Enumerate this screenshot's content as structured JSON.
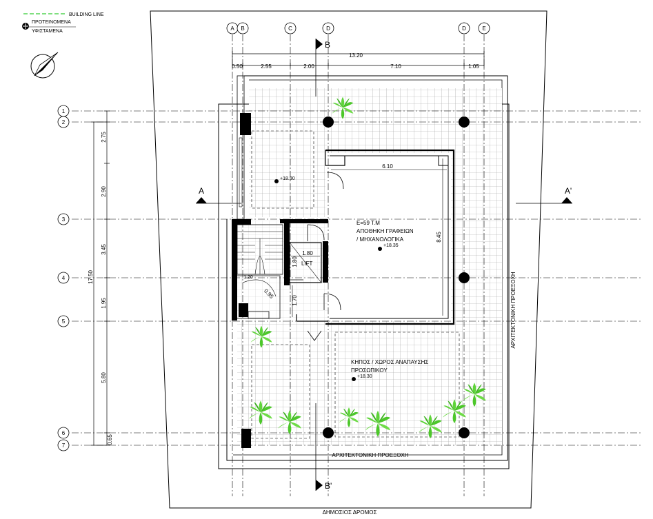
{
  "legend": {
    "building_line": "BUILDING LINE",
    "proposed": "ΠΡΟΤΕΙΝΟΜΕΝΑ",
    "existing": "ΥΦΙΣΤΑΜΕΝΑ",
    "building_line_color": "#33cc33"
  },
  "grid_letters": [
    "A",
    "B",
    "C",
    "D",
    "D",
    "E"
  ],
  "grid_numbers": [
    "1",
    "2",
    "3",
    "4",
    "5",
    "6",
    "7"
  ],
  "dimensions": {
    "top_total": "13.20",
    "top_parts": [
      "0.50",
      "2.55",
      "2.00",
      "7.10",
      "1.05"
    ],
    "left_total": "17.50",
    "left_parts": [
      "2.75",
      "2.90",
      "3.45",
      "1.95",
      "5.80",
      "0.65"
    ],
    "room_width": "6.10",
    "room_height": "8.45",
    "lift_w": "1.80",
    "lift_h": "1.80",
    "small_a": "1.70",
    "small_b": "0.95",
    "small_c": "1.20"
  },
  "sections": {
    "a": "A",
    "a_prime": "A'",
    "b": "B",
    "b_prime": "B'"
  },
  "rooms": {
    "area": "E=59 T.M",
    "storage_line1": "ΑΠΟΘΗΚΗ ΓΡΑΦΕΙΩΝ",
    "storage_line2": "/ ΜΗΧΑΝΟΛΟΓΙΚΑ",
    "level_storage": "+18.35",
    "lift": "LIFT",
    "garden_line1": "ΚΗΠΟΣ / ΧΩΡΟΣ ΑΝΑΠΑΥΣΗΣ",
    "garden_line2": "ΠΡΟΣΩΠΙΚΟΥ",
    "level_garden": "+18.30",
    "level_terrace": "+18.30"
  },
  "labels": {
    "projection_right": "ΑΡΧΙΤΕΚΤΟΝΙΚΗ ΠΡΟΕΞΟΧΗ",
    "projection_bottom": "ΑΡΧΙΤΕΚΤΟΝΙΚΗ ΠΡΟΕΞΟΧΗ",
    "street": "ΔΗΜΟΣΙΟΣ ΔΡΟΜΟΣ"
  }
}
